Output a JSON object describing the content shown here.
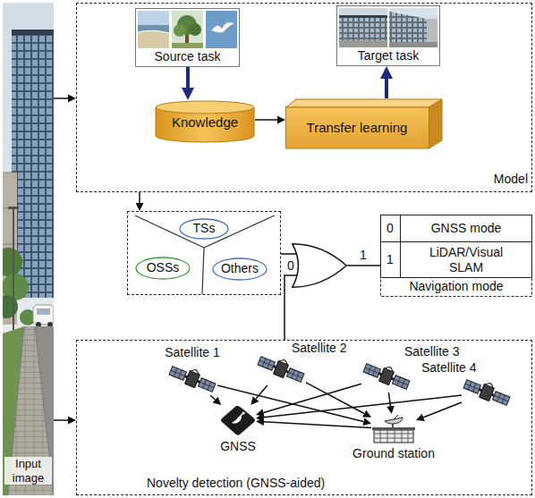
{
  "diagram": {
    "nodes": [
      {
        "text": [
          "Input image"
        ]
      },
      {
        "text": [
          "Model"
        ]
      },
      {
        "text": [
          "Source task"
        ],
        "in": 1
      },
      {
        "text": [
          "Target task"
        ],
        "in": 1
      },
      {
        "text": [
          "Knowledge"
        ],
        "in": 1
      },
      {
        "text": [
          "Transfer learning"
        ],
        "in": 1
      },
      {
        "text": []
      },
      {
        "text": [
          "TSs"
        ],
        "in": 6
      },
      {
        "text": [
          "OSSs"
        ],
        "in": 6
      },
      {
        "text": [
          "Others"
        ],
        "in": 6
      },
      {
        "text": []
      },
      {
        "text": [
          "0",
          "GNSS mode",
          "1",
          "LiDAR/Visual SLAM",
          "Navigation mode"
        ]
      },
      {
        "text": [
          "Novelty detection (GNSS-aided)"
        ]
      },
      {
        "text": [
          "Satellite 1"
        ],
        "in": 12
      },
      {
        "text": [
          "Satellite 2"
        ],
        "in": 12
      },
      {
        "text": [
          "Satellite 3"
        ],
        "in": 12
      },
      {
        "text": [
          "Satellite 4"
        ],
        "in": 12
      },
      {
        "text": [
          "GNSS"
        ],
        "in": 12
      },
      {
        "text": [
          "Ground station"
        ],
        "in": 12
      }
    ],
    "edges": [
      {
        "from": 0,
        "to": 1,
        "arrow": "to"
      },
      {
        "from": 0,
        "to": 12,
        "arrow": "to"
      },
      {
        "from": 2,
        "to": 4,
        "arrow": "to"
      },
      {
        "from": 4,
        "to": 5,
        "arrow": "to"
      },
      {
        "from": 5,
        "to": 3,
        "arrow": "to"
      },
      {
        "from": 1,
        "to": 6,
        "arrow": "to"
      },
      {
        "from": 6,
        "to": 10,
        "arrow": "none"
      },
      {
        "from": 12,
        "to": 10,
        "arrow": "none",
        "label": "0"
      },
      {
        "from": 10,
        "to": 11,
        "arrow": "none",
        "label": "1"
      },
      {
        "from": 13,
        "to": 17,
        "arrow": "to"
      },
      {
        "from": 13,
        "to": 18,
        "arrow": "to"
      },
      {
        "from": 14,
        "to": 17,
        "arrow": "to"
      },
      {
        "from": 14,
        "to": 18,
        "arrow": "to"
      },
      {
        "from": 15,
        "to": 17,
        "arrow": "to"
      },
      {
        "from": 15,
        "to": 18,
        "arrow": "to"
      },
      {
        "from": 16,
        "to": 17,
        "arrow": "to"
      },
      {
        "from": 16,
        "to": 18,
        "arrow": "to"
      },
      {
        "from": 18,
        "to": 17,
        "arrow": "to"
      }
    ]
  }
}
